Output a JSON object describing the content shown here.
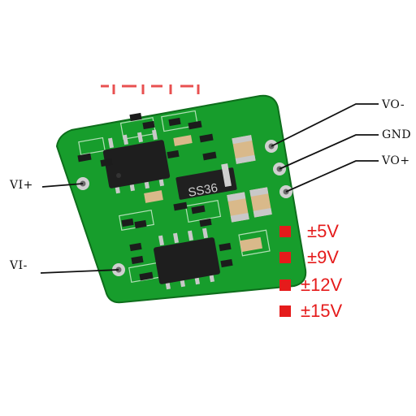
{
  "pins": {
    "vi_plus": "VI+",
    "vi_minus": "VI-",
    "vo_minus": "VO-",
    "gnd": "GND",
    "vo_plus": "VO+"
  },
  "chip_marking": "SS36",
  "output_options": [
    "±5V",
    "±9V",
    "±12V",
    "±15V"
  ],
  "colors": {
    "board": "#179d2c",
    "label_red": "#e51b1b"
  }
}
